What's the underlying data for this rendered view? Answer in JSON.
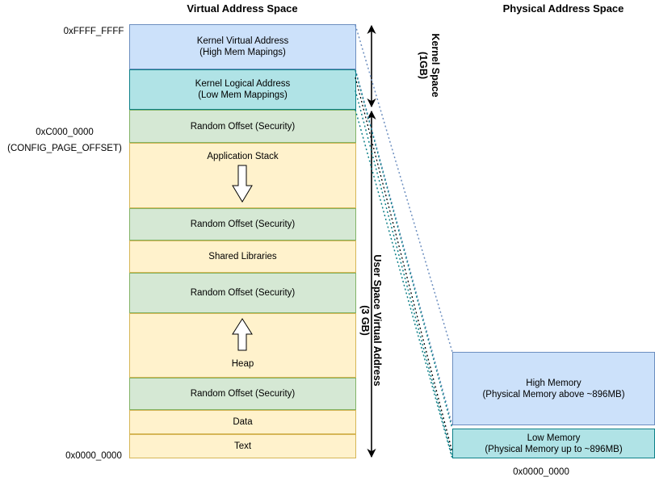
{
  "headers": {
    "virtual": "Virtual Address Space",
    "physical": "Physical Address Space"
  },
  "addresses": {
    "top": "0xFFFF_FFFF",
    "page_offset": "0xC000_0000",
    "page_offset_note": "(CONFIG_PAGE_OFFSET)",
    "bottom": "0x0000_0000",
    "phys_bottom": "0x0000_0000"
  },
  "virtual_blocks": [
    {
      "line1": "Kernel Virtual Address",
      "line2": "(High Mem Mapings)",
      "color": "#cce1fa"
    },
    {
      "line1": "Kernel Logical Address",
      "line2": "(Low Mem Mappings)",
      "color": "#b0e3e6"
    },
    {
      "line1": "Random Offset (Security)",
      "line2": "",
      "color": "#d5e8d4"
    },
    {
      "line1": "Application Stack",
      "line2": "",
      "color": "#fff2cc"
    },
    {
      "line1": "Random Offset (Security)",
      "line2": "",
      "color": "#d5e8d4"
    },
    {
      "line1": "Shared Libraries",
      "line2": "",
      "color": "#fff2cc"
    },
    {
      "line1": "Random Offset (Security)",
      "line2": "",
      "color": "#d5e8d4"
    },
    {
      "line1": "Heap",
      "line2": "",
      "color": "#fff2cc"
    },
    {
      "line1": "Random Offset (Security)",
      "line2": "",
      "color": "#d5e8d4"
    },
    {
      "line1": "Data",
      "line2": "",
      "color": "#fff2cc"
    },
    {
      "line1": "Text",
      "line2": "",
      "color": "#fff2cc"
    }
  ],
  "physical_blocks": [
    {
      "line1": "High Memory",
      "line2": "(Physical Memory above  ~896MB)",
      "color": "#cce1fa"
    },
    {
      "line1": "Low Memory",
      "line2": "(Physical Memory up to  ~896MB)",
      "color": "#b0e3e6"
    }
  ],
  "span_labels": {
    "kernel_line1": "Kernel Space",
    "kernel_line2": "(1GB)",
    "user_line1": "User Space Virtual Address",
    "user_line2": "(3 GB)"
  }
}
